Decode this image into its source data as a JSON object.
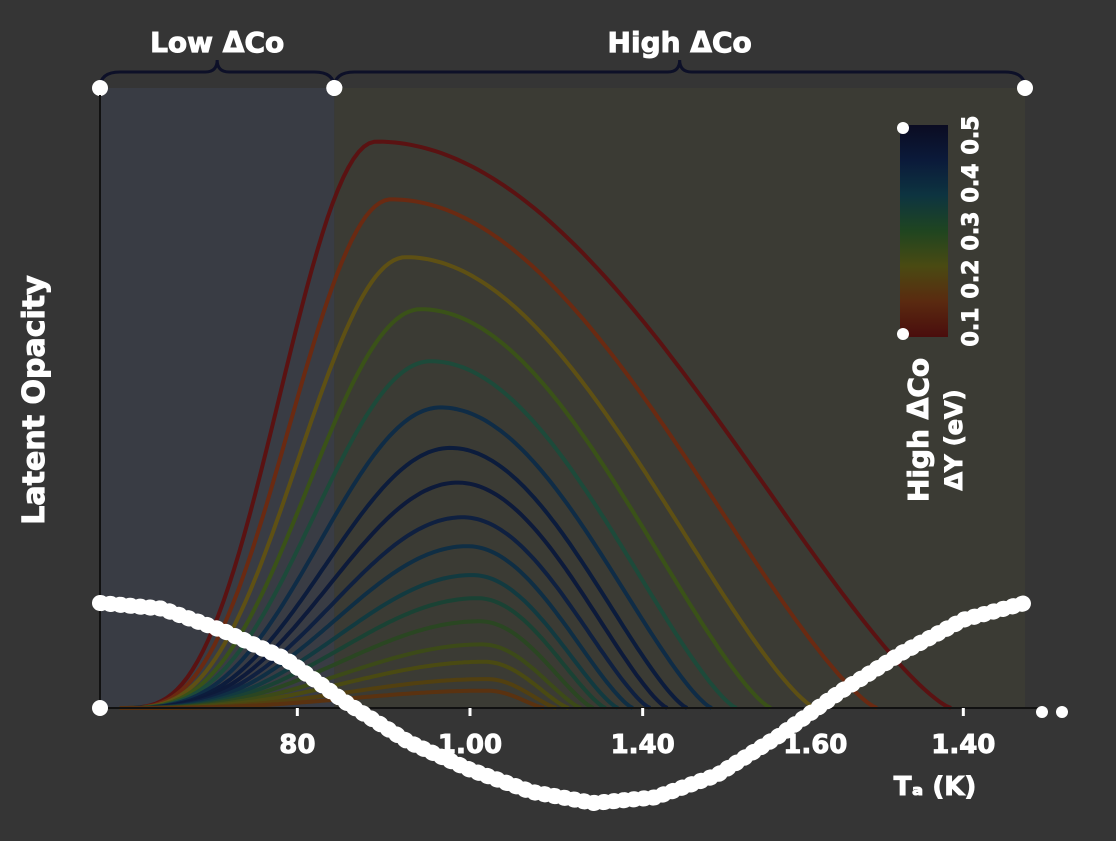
{
  "chart_data": {
    "type": "line",
    "title": "",
    "xlabel": "Tₐ (K)",
    "ylabel": "Latent Opacity",
    "regions": [
      {
        "label": "Low ΔCo",
        "x_range": [
          0,
          95
        ]
      },
      {
        "label": "High ΔCo",
        "x_range": [
          95,
          375
        ]
      }
    ],
    "x_ticks": [
      {
        "value": 80,
        "label": "80"
      },
      {
        "value": 150,
        "label": "1.00"
      },
      {
        "value": 220,
        "label": "1.40"
      },
      {
        "value": 290,
        "label": "1.60"
      },
      {
        "value": 350,
        "label": "1.40"
      }
    ],
    "xlim": [
      0,
      375
    ],
    "ylim": [
      -0.18,
      1.0
    ],
    "colorbar": {
      "title": "High ΔCo",
      "subtitle": "ΔY (eV)",
      "ticks": [
        "0.5",
        "0.4",
        "0.3",
        "0.2",
        "0.1"
      ],
      "colors": [
        "#0b0c22",
        "#0b1a3a",
        "#0d3440",
        "#1f4520",
        "#4a4a12",
        "#5a2a10",
        "#4a0d0d"
      ]
    },
    "series": [
      {
        "color": "#5a1212",
        "peak": 0.98,
        "x_peak": 112,
        "x_end": 345
      },
      {
        "color": "#6a2a12",
        "peak": 0.88,
        "x_peak": 118,
        "x_end": 315
      },
      {
        "color": "#5e5014",
        "peak": 0.78,
        "x_peak": 124,
        "x_end": 290
      },
      {
        "color": "#3a5218",
        "peak": 0.69,
        "x_peak": 130,
        "x_end": 272
      },
      {
        "color": "#1d4a3a",
        "peak": 0.6,
        "x_peak": 134,
        "x_end": 258
      },
      {
        "color": "#0f2c46",
        "peak": 0.52,
        "x_peak": 138,
        "x_end": 248
      },
      {
        "color": "#0c1c3c",
        "peak": 0.45,
        "x_peak": 142,
        "x_end": 238
      },
      {
        "color": "#0d1a3a",
        "peak": 0.39,
        "x_peak": 145,
        "x_end": 230
      },
      {
        "color": "#0f2040",
        "peak": 0.33,
        "x_peak": 147,
        "x_end": 223
      },
      {
        "color": "#0f2e44",
        "peak": 0.28,
        "x_peak": 149,
        "x_end": 216
      },
      {
        "color": "#123a40",
        "peak": 0.23,
        "x_peak": 151,
        "x_end": 210
      },
      {
        "color": "#1a4234",
        "peak": 0.19,
        "x_peak": 153,
        "x_end": 205
      },
      {
        "color": "#2a4622",
        "peak": 0.15,
        "x_peak": 154,
        "x_end": 200
      },
      {
        "color": "#3c4a18",
        "peak": 0.11,
        "x_peak": 155,
        "x_end": 195
      },
      {
        "color": "#4a4a12",
        "peak": 0.08,
        "x_peak": 156,
        "x_end": 190
      },
      {
        "color": "#524010",
        "peak": 0.05,
        "x_peak": 157,
        "x_end": 185
      },
      {
        "color": "#5a3210",
        "peak": 0.03,
        "x_peak": 157,
        "x_end": 180
      }
    ],
    "reference_curve": {
      "x": [
        0,
        25,
        50,
        75,
        100,
        125,
        150,
        175,
        200,
        225,
        250,
        275,
        300,
        325,
        350,
        375
      ],
      "y": [
        0.18,
        0.17,
        0.13,
        0.08,
        0.0,
        -0.07,
        -0.12,
        -0.16,
        -0.18,
        -0.17,
        -0.13,
        -0.06,
        0.02,
        0.09,
        0.15,
        0.18
      ]
    }
  }
}
